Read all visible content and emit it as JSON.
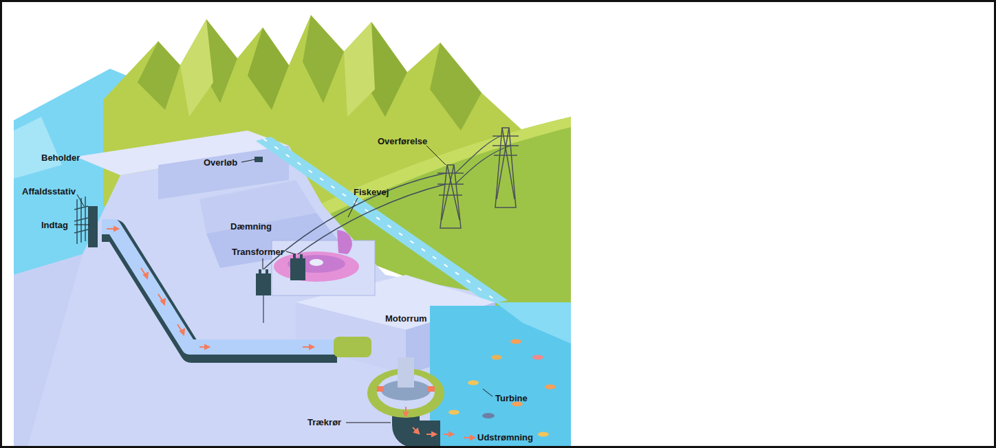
{
  "diagram": {
    "labels": [
      "Beholder",
      "Affaldsstativ",
      "Indtag",
      "Overløb",
      "Overførelse",
      "Fiskevej",
      "Dæmning",
      "Transformer",
      "Motorrum",
      "Turbine",
      "Trækrør",
      "Udstrømning"
    ]
  }
}
